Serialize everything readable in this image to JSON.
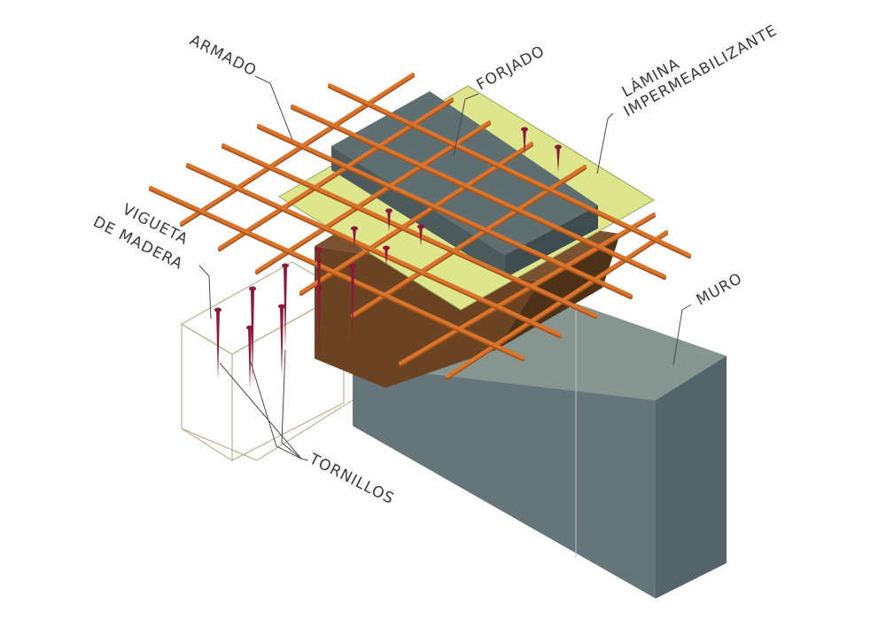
{
  "labels": {
    "armado": "ARMADO",
    "forjado": "FORJADO",
    "lamina_line1": "LÁMINA",
    "lamina_line2": "IMPERMEABILIZANTE",
    "vigueta_line1": "VIGUETA",
    "vigueta_line2": "DE MADERA",
    "muro": "MURO",
    "tornillos": "TORNILLOS"
  },
  "colors": {
    "rebar": "#d9742d",
    "rebar_shadow": "#a9531c",
    "screw": "#8b1a3a",
    "slab_top": "#5f6e70",
    "slab_side": "#4c5a5c",
    "wall_top": "#86958f",
    "wall_front": "#66757a",
    "wall_side": "#55636a",
    "membrane": "#dde58d",
    "membrane_edge": "#9aa35a",
    "beam": "#6a4422",
    "beam_dark": "#4e3218",
    "leader": "#4a4a4a"
  },
  "icons": [
    "screw-icon"
  ]
}
